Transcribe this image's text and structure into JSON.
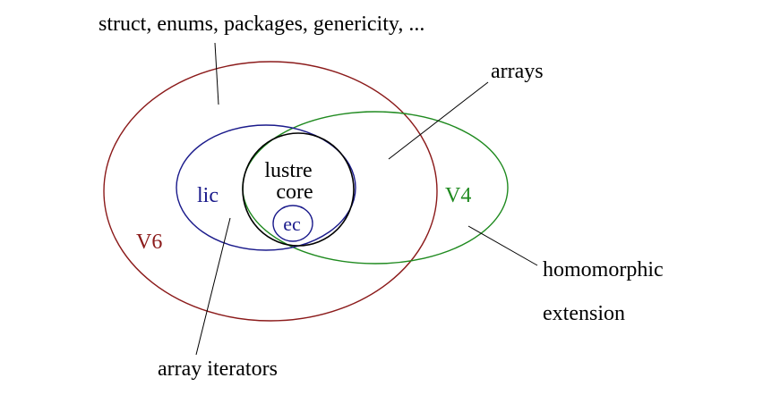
{
  "annotations": {
    "top": "struct, enums, packages, genericity, ...",
    "arrays": "arrays",
    "homomorphic_line1": "homomorphic",
    "homomorphic_line2": "extension",
    "array_iterators": "array iterators"
  },
  "sets": {
    "v6": {
      "label": "V6",
      "color": "#8b1a1a"
    },
    "v4": {
      "label": "V4",
      "color": "#1f8a1f"
    },
    "lic": {
      "label": "lic",
      "color": "#1a1a8b"
    },
    "lustre_core": {
      "label_line1": "lustre",
      "label_line2": "core",
      "color": "#000000"
    },
    "ec": {
      "label": "ec",
      "color": "#1a1a8b"
    }
  },
  "leader_color": "#000000"
}
